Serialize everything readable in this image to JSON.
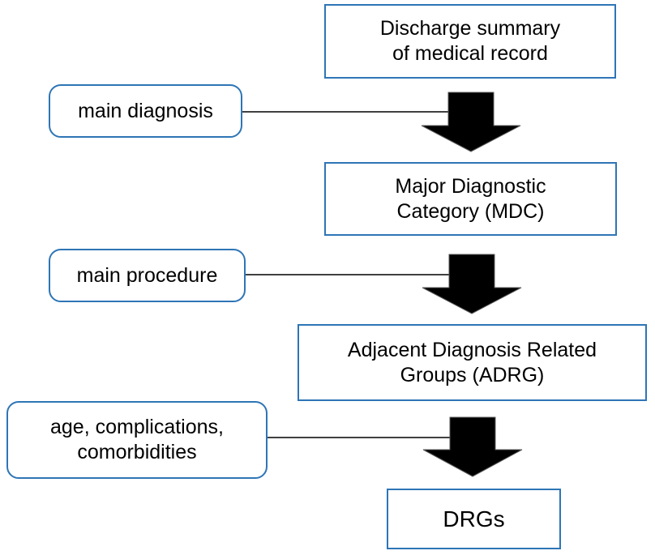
{
  "diagram": {
    "flow_nodes": [
      {
        "id": "discharge",
        "label": "Discharge summary\nof medical record"
      },
      {
        "id": "mdc",
        "label": "Major Diagnostic\nCategory (MDC)"
      },
      {
        "id": "adrg",
        "label": "Adjacent Diagnosis Related\nGroups (ADRG)"
      },
      {
        "id": "drgs",
        "label": "DRGs"
      }
    ],
    "input_nodes": [
      {
        "id": "main-diagnosis",
        "label": "main diagnosis"
      },
      {
        "id": "main-procedure",
        "label": "main procedure"
      },
      {
        "id": "age-complications",
        "label": "age, complications,\ncomorbidities"
      }
    ],
    "colors": {
      "box_border": "#2E75B6",
      "arrow_fill": "#000000",
      "arrow_outline": "#595959",
      "connector": "#404040",
      "text": "#000000",
      "background": "#ffffff"
    }
  }
}
